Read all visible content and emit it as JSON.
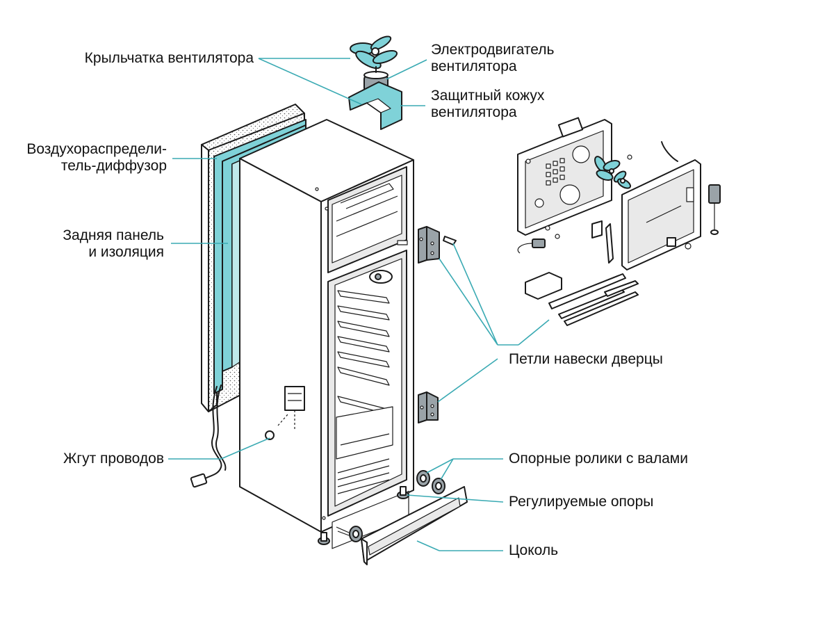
{
  "colors": {
    "accent": "#7fd2d8",
    "callout_line": "#3aaab3",
    "outline": "#1a1a1a",
    "text": "#111111"
  },
  "labels": {
    "fan_impeller": "Крыльчатка вентилятора",
    "fan_motor": [
      "Электродвигатель",
      "вентилятора"
    ],
    "fan_guard": [
      "Защитный кожух",
      "вентилятора"
    ],
    "air_diffuser": [
      "Воздухораспредели-",
      "тель-диффузор"
    ],
    "back_panel": [
      "Задняя панель",
      "и изоляция"
    ],
    "door_hinges": "Петли навески дверцы",
    "wiring_harness": "Жгут проводов",
    "rollers": "Опорные ролики с валами",
    "adjustable_feet": "Регулируемые опоры",
    "base_plinth": "Цоколь"
  }
}
